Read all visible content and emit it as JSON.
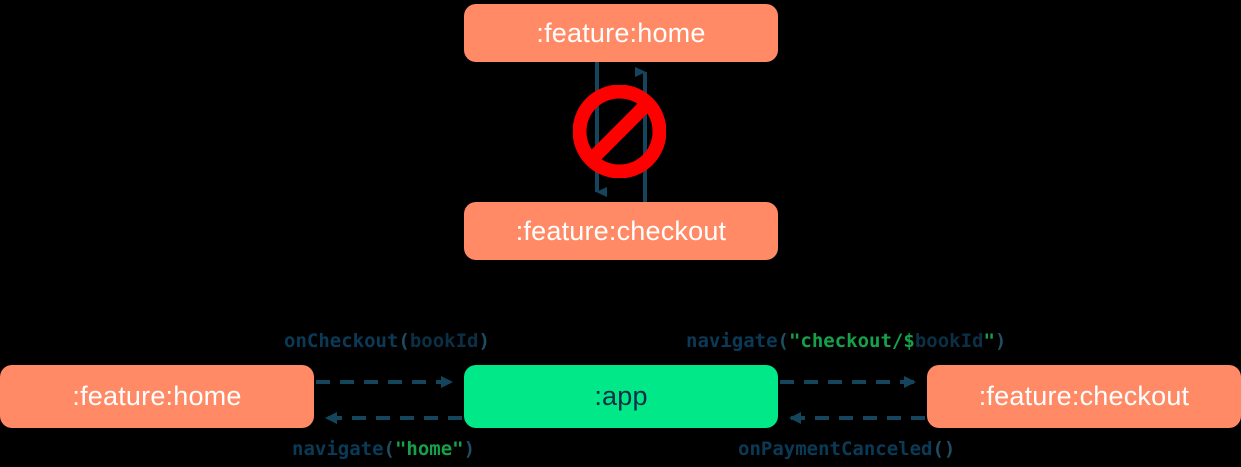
{
  "diagram": {
    "title": "module navigation dependency diagram",
    "colors": {
      "feature_module": "#FF8A65",
      "app_module": "#00E887",
      "feature_label": "#FFFFFF",
      "app_label": "#0B2F45",
      "edge": "#14455C",
      "string_token": "#17A04A",
      "forbidden": "#FF0000",
      "background": "#000000"
    },
    "top_section": {
      "nodes": [
        {
          "id": "top-home",
          "label": ":feature:home",
          "type": "feature"
        },
        {
          "id": "top-checkout",
          "label": ":feature:checkout",
          "type": "feature"
        }
      ],
      "edges": [
        {
          "from": "top-home",
          "to": "top-checkout",
          "direction": "down",
          "style": "solid"
        },
        {
          "from": "top-checkout",
          "to": "top-home",
          "direction": "up",
          "style": "solid"
        }
      ],
      "badge": {
        "name": "forbidden-icon",
        "meaning": "not allowed"
      }
    },
    "bottom_section": {
      "nodes": [
        {
          "id": "bottom-home",
          "label": ":feature:home",
          "type": "feature"
        },
        {
          "id": "bottom-app",
          "label": ":app",
          "type": "app"
        },
        {
          "id": "bottom-checkout",
          "label": ":feature:checkout",
          "type": "feature"
        }
      ],
      "edges": [
        {
          "id": "on-checkout",
          "from": "bottom-home",
          "to": "bottom-app",
          "direction": "right",
          "style": "dashed",
          "label_plain": "onCheckout(bookId)",
          "tokens": [
            {
              "text": "onCheckout",
              "kind": "fn"
            },
            {
              "text": "(",
              "kind": "punct"
            },
            {
              "text": "bookId",
              "kind": "var"
            },
            {
              "text": ")",
              "kind": "punct"
            }
          ]
        },
        {
          "id": "navigate-checkout",
          "from": "bottom-app",
          "to": "bottom-checkout",
          "direction": "right",
          "style": "dashed",
          "label_plain": "navigate(\"checkout/$bookId\")",
          "tokens": [
            {
              "text": "navigate",
              "kind": "fn"
            },
            {
              "text": "(",
              "kind": "punct"
            },
            {
              "text": "\"checkout/",
              "kind": "str"
            },
            {
              "text": "$",
              "kind": "str"
            },
            {
              "text": "bookId",
              "kind": "var"
            },
            {
              "text": "\"",
              "kind": "str"
            },
            {
              "text": ")",
              "kind": "punct"
            }
          ]
        },
        {
          "id": "navigate-home",
          "from": "bottom-app",
          "to": "bottom-home",
          "direction": "left",
          "style": "dashed",
          "label_plain": "navigate(\"home\")",
          "tokens": [
            {
              "text": "navigate",
              "kind": "fn"
            },
            {
              "text": "(",
              "kind": "punct"
            },
            {
              "text": "\"home\"",
              "kind": "str"
            },
            {
              "text": ")",
              "kind": "punct"
            }
          ]
        },
        {
          "id": "on-payment-canceled",
          "from": "bottom-checkout",
          "to": "bottom-app",
          "direction": "left",
          "style": "dashed",
          "label_plain": "onPaymentCanceled()",
          "tokens": [
            {
              "text": "onPaymentCanceled",
              "kind": "fn"
            },
            {
              "text": "()",
              "kind": "punct"
            }
          ]
        }
      ]
    }
  }
}
